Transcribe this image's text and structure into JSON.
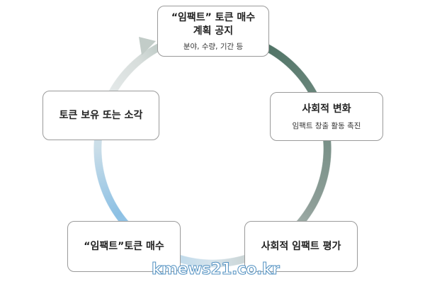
{
  "steps": [
    {
      "title": "“임팩트” 토큰 매수\n계획 공지",
      "title_line1": "“임팩트” 토큰 매수",
      "title_line2": "계획 공지",
      "subtitle": "분야, 수량, 기간 등"
    },
    {
      "title": "사회적 변화",
      "subtitle": "임팩트 창출 활동 촉진"
    },
    {
      "title": "사회적 임팩트 평가"
    },
    {
      "title": "“임팩트”토큰 매수"
    },
    {
      "title": "토큰 보유 또는 소각"
    }
  ],
  "watermark": "kmews21.co.kr",
  "colors": {
    "ring_dark": "#4e7264",
    "ring_blue": "#8cc0e4",
    "border": "#9a9a9a"
  }
}
